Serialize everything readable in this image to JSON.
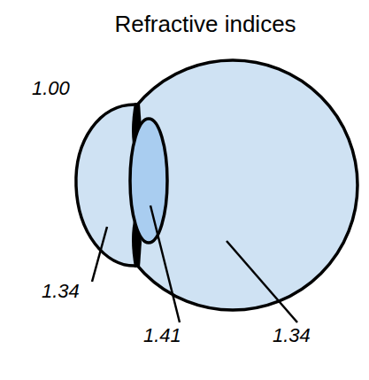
{
  "diagram": {
    "title": "Refractive indices",
    "labels": [
      "1.00",
      "1.34",
      "1.41",
      "1.34"
    ]
  }
}
